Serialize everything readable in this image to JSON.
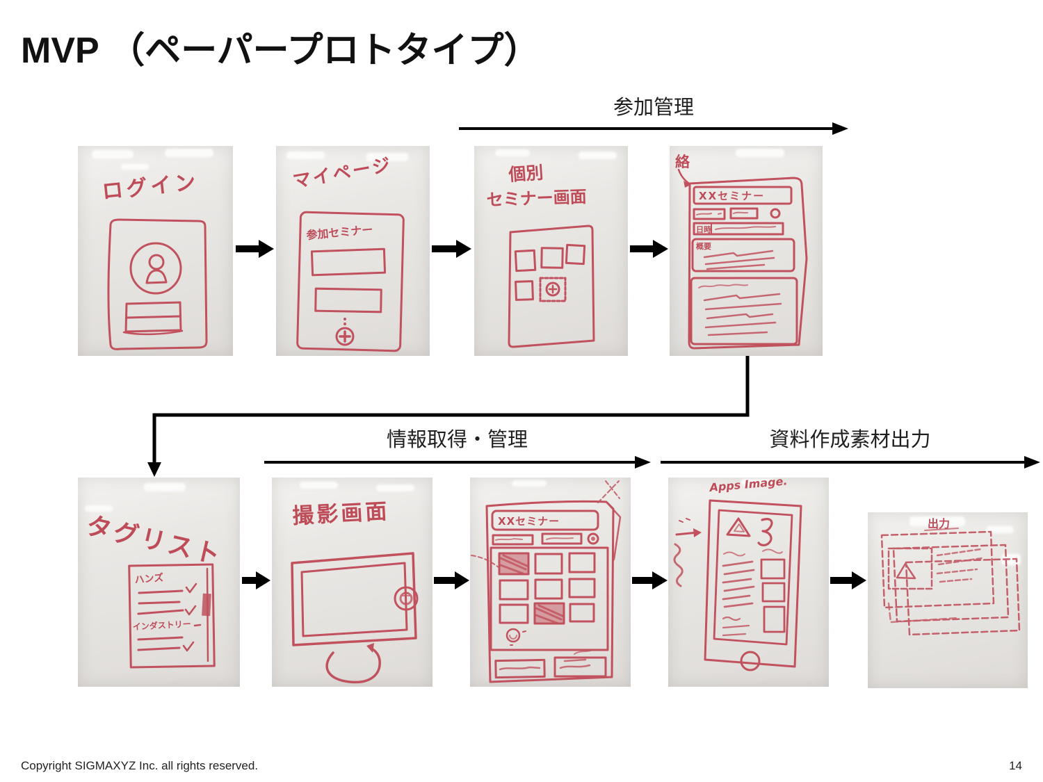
{
  "slide": {
    "title": "MVP （ペーパープロトタイプ）",
    "footer": "Copyright SIGMAXYZ Inc. all rights reserved.",
    "page_number": "14"
  },
  "flow_labels": {
    "participation": "参加管理",
    "info": "情報取得・管理",
    "output": "資料作成素材出力"
  },
  "photos": {
    "login": {
      "caption": "ログイン"
    },
    "mypage": {
      "caption": "マイページ",
      "list_label": "参加セミナー"
    },
    "seminar_screen": {
      "caption_line1": "個別",
      "caption_line2": "セミナー画面"
    },
    "seminar_detail": {
      "corner_note": "絡",
      "title": "XXセミナー",
      "field_label": "日時",
      "section_label": "概要"
    },
    "taglist": {
      "caption": "タグリスト",
      "group1": "ハンズ",
      "group2": "インダストリー"
    },
    "camera": {
      "caption": "撮影画面"
    },
    "photo_grid": {
      "title": "XXセミナー"
    },
    "apps_image": {
      "caption": "Apps Image."
    },
    "output": {
      "caption": "出力"
    }
  },
  "colors": {
    "marker_red": "#c0515d",
    "arrow_black": "#000000",
    "paper_gray": "#e8e6e3"
  }
}
